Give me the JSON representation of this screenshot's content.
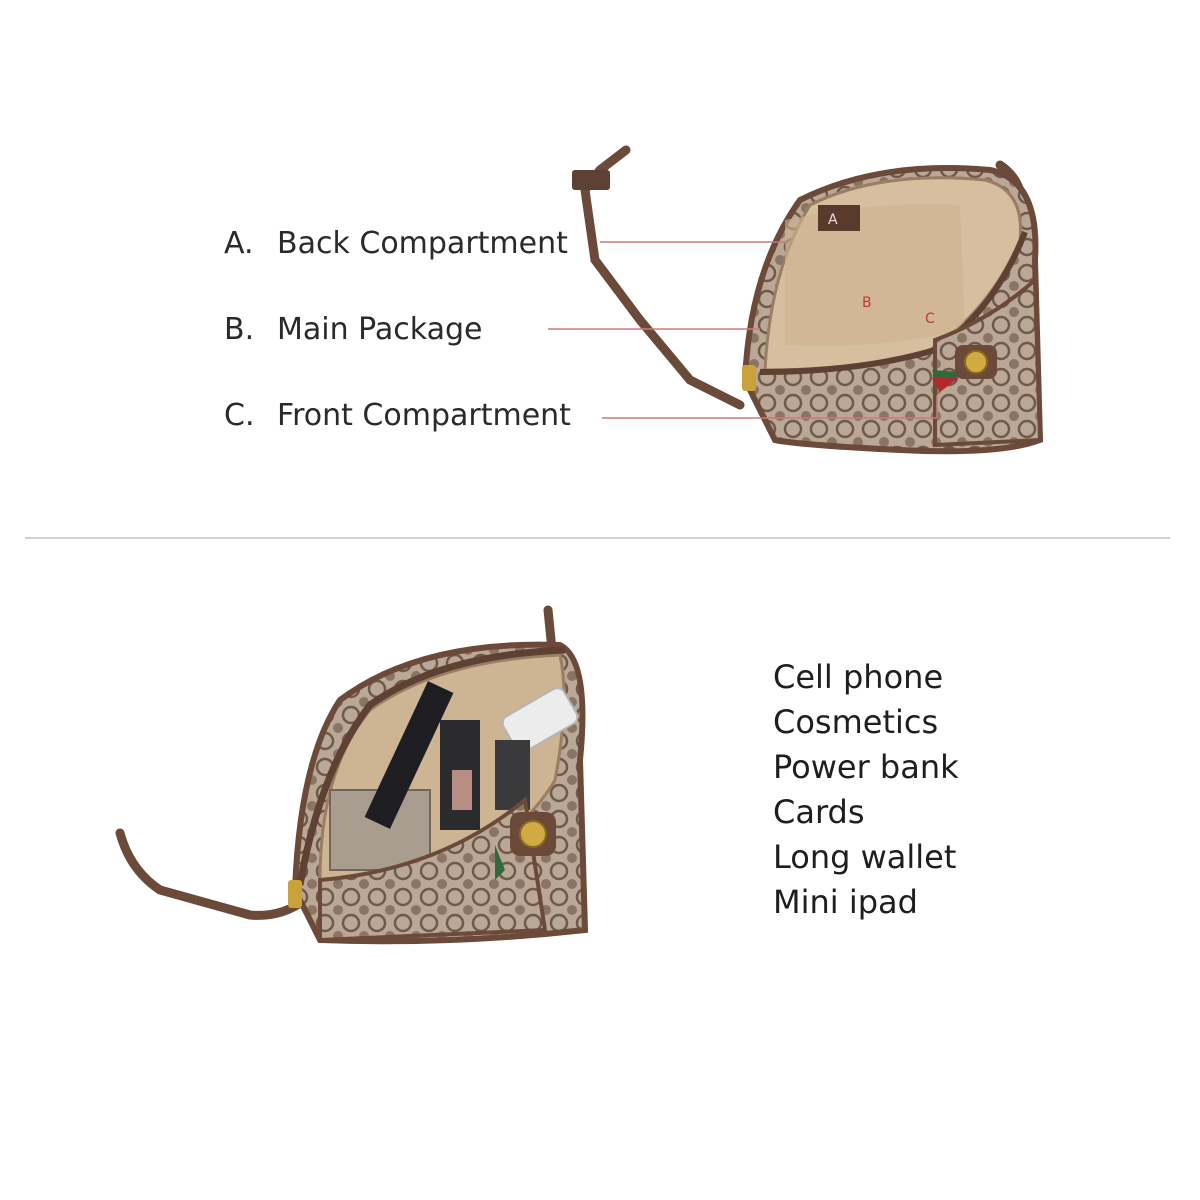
{
  "legend": [
    {
      "letter": "A.",
      "text": "Back Compartment"
    },
    {
      "letter": "B.",
      "text": "Main Package"
    },
    {
      "letter": "C.",
      "text": "Front Compartment"
    }
  ],
  "markers": {
    "a": "A",
    "b": "B",
    "c": "C"
  },
  "capacity_items": [
    "Cell phone",
    "Cosmetics",
    "Power bank",
    "Cards",
    "Long wallet",
    "Mini ipad"
  ],
  "colors": {
    "leather": "#6b4a3a",
    "canvas": "#bda896",
    "lining": "#d8c2a3",
    "pointer": "#c97a7a",
    "gold": "#c9a23a",
    "divider": "#cfcfcf"
  }
}
